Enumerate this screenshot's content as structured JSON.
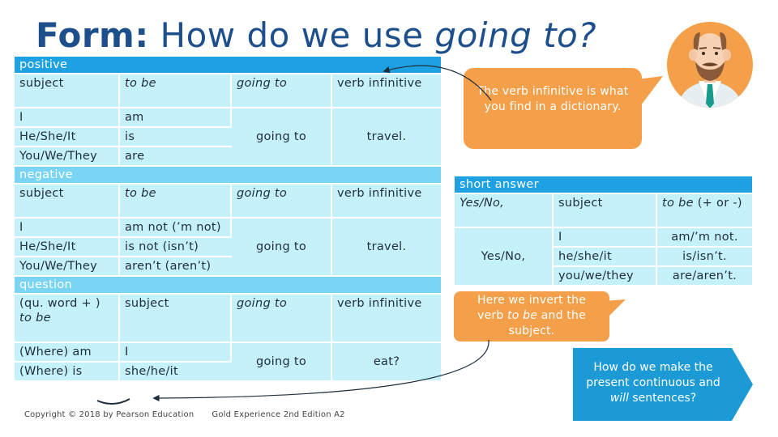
{
  "title": {
    "bold": "Form:",
    "plain": "How do we use",
    "italic": "going to?"
  },
  "main_table": {
    "positive": {
      "header": "positive",
      "cols": [
        "subject",
        "to be",
        "going to",
        "verb infinitive"
      ],
      "rows": [
        [
          "I",
          "am"
        ],
        [
          "He/She/It",
          "is"
        ],
        [
          "You/We/They",
          "are"
        ]
      ],
      "going_to": "going to",
      "verb": "travel."
    },
    "negative": {
      "header": "negative",
      "cols": [
        "subject",
        "to be",
        "going to",
        "verb infinitive"
      ],
      "rows": [
        [
          "I",
          "am not (’m not)"
        ],
        [
          "He/She/It",
          "is not (isn’t)"
        ],
        [
          "You/We/They",
          "aren’t (aren’t)"
        ]
      ],
      "going_to": "going to",
      "verb": "travel."
    },
    "question": {
      "header": "question",
      "cols": [
        "(qu. word + )",
        "to be",
        "subject",
        "going to",
        "verb infinitive"
      ],
      "rows": [
        [
          "(Where) am",
          "I"
        ],
        [
          "(Where) is",
          "she/he/it"
        ]
      ],
      "going_to": "going to",
      "verb": "eat?"
    }
  },
  "short_answer": {
    "header": "short answer",
    "cols": [
      "Yes/No,",
      "subject",
      "to be",
      "(+ or -)"
    ],
    "yes_no": "Yes/No,",
    "rows": [
      [
        "I",
        "am/’m not."
      ],
      [
        "he/she/it",
        "is/isn’t."
      ],
      [
        "you/we/they",
        "are/aren’t."
      ]
    ]
  },
  "bubbles": {
    "dictionary": "The verb infinitive is what you find in a dictionary.",
    "invert_before": "Here we invert the verb",
    "invert_italic": "to be",
    "invert_after": "and the subject."
  },
  "arrow_box": {
    "before": "How do we make the present continuous and",
    "italic": "will",
    "after": "sentences?"
  },
  "footer": {
    "copyright": "Copyright © 2018 by Pearson Education",
    "book": "Gold Experience 2nd Edition A2"
  },
  "colors": {
    "title": "#1d4f8c",
    "header": "#1da1e2",
    "header_light": "#7ad4f4",
    "cell": "#c5f1fb",
    "bubble": "#f4a04a",
    "arrow_box": "#1b9ad6"
  }
}
